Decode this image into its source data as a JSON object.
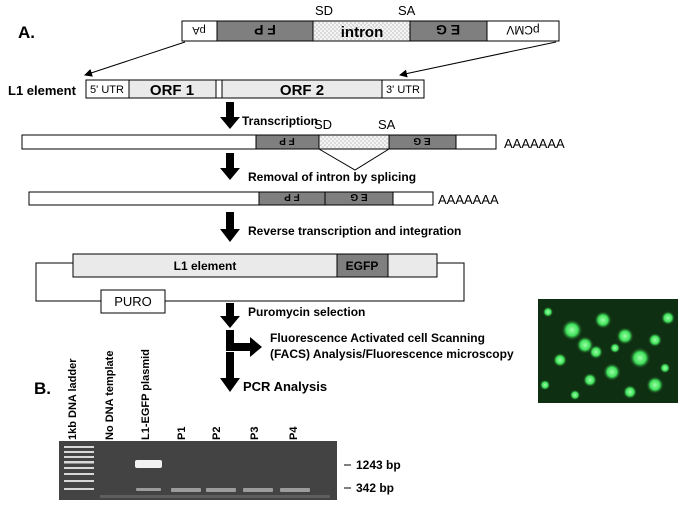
{
  "panel_a": {
    "label": "A.",
    "cassette": {
      "pa": "pA",
      "fp": "F P",
      "intron": "intron",
      "eg": "E G",
      "pcmv": "pCMV",
      "sd": "SD",
      "sa": "SA"
    },
    "l1": {
      "row_label": "L1 element",
      "utr5": "5' UTR",
      "orf1": "ORF 1",
      "orf2": "ORF 2",
      "utr3": "3' UTR"
    },
    "transcript": {
      "fp": "F P",
      "eg": "E G",
      "sd": "SD",
      "sa": "SA",
      "polya": "AAAAAAA"
    },
    "spliced": {
      "fp": "F P",
      "eg": "E G",
      "polya": "AAAAAAA"
    },
    "integrated": {
      "l1": "L1 element",
      "egfp": "EGFP",
      "puro": "PURO"
    },
    "steps": {
      "transcription": "Transcription",
      "splicing": "Removal of intron by splicing",
      "reverse": "Reverse transcription and integration",
      "puromycin": "Puromycin selection",
      "facs_line1": "Fluorescence Activated cell Scanning",
      "facs_line2": "(FACS) Analysis/Fluorescence microscopy",
      "pcr": "PCR Analysis"
    }
  },
  "panel_b": {
    "label": "B.",
    "lanes": [
      "1kb DNA ladder",
      "No DNA template",
      "L1-EGFP plasmid",
      "P1",
      "P2",
      "P3",
      "P4"
    ],
    "bands": [
      "1243 bp",
      "342 bp"
    ]
  },
  "colors": {
    "dark_exon": "#7f7f7f",
    "light_box": "#eaeaea",
    "gel_bg": "#4a4a4a",
    "micro_bg": "#0f2f12",
    "micro_cell": "#3fe05a"
  }
}
